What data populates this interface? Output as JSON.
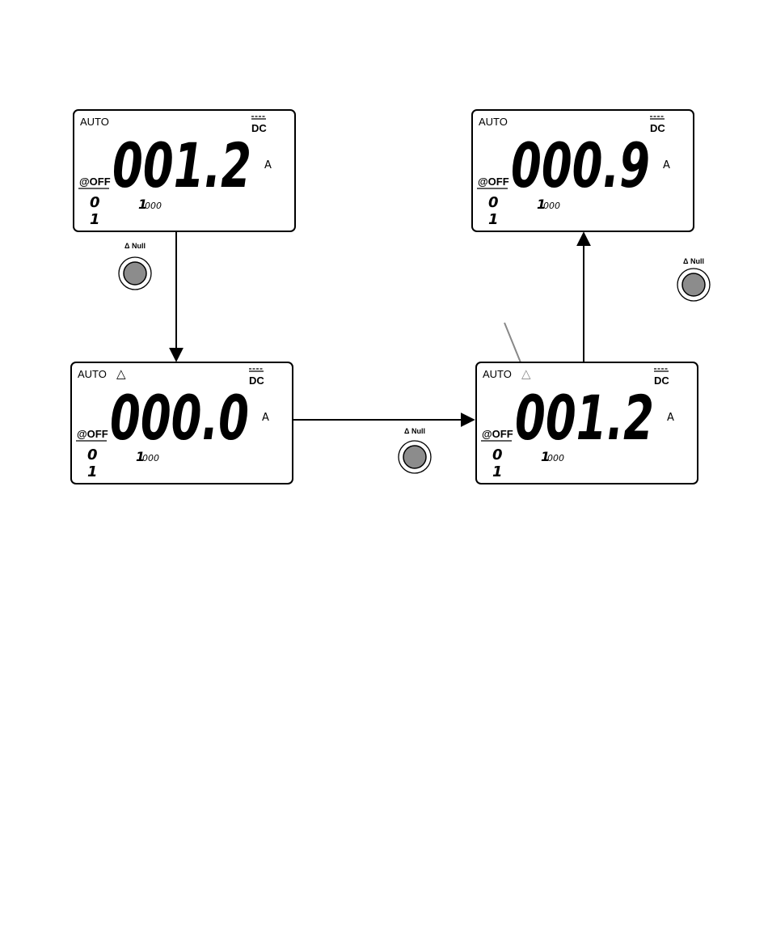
{
  "button_label": "Null",
  "null_symbol": "Δ",
  "delta_symbol": "△",
  "displays": [
    {
      "auto": "AUTO",
      "delta": false,
      "reading": "001.2",
      "dc": "DC",
      "unit": "A",
      "apo": "@OFF",
      "sub_top": "0",
      "sub_bottom": "1",
      "range": "000",
      "range_lead": "1"
    },
    {
      "auto": "AUTO",
      "delta": true,
      "reading": "000.0",
      "dc": "DC",
      "unit": "A",
      "apo": "@OFF",
      "sub_top": "0",
      "sub_bottom": "1",
      "range": "000",
      "range_lead": "1"
    },
    {
      "auto": "AUTO",
      "delta": true,
      "delta_color": "#888888",
      "reading": "001.2",
      "dc": "DC",
      "unit": "A",
      "apo": "@OFF",
      "sub_top": "0",
      "sub_bottom": "1",
      "range": "000",
      "range_lead": "1"
    },
    {
      "auto": "AUTO",
      "delta": false,
      "reading": "000.9",
      "dc": "DC",
      "unit": "A",
      "apo": "@OFF",
      "sub_top": "0",
      "sub_bottom": "1",
      "range": "000",
      "range_lead": "1"
    }
  ],
  "colors": {
    "button_fill": "#8c8c8c",
    "line": "#000000",
    "pointer": "#888888"
  }
}
